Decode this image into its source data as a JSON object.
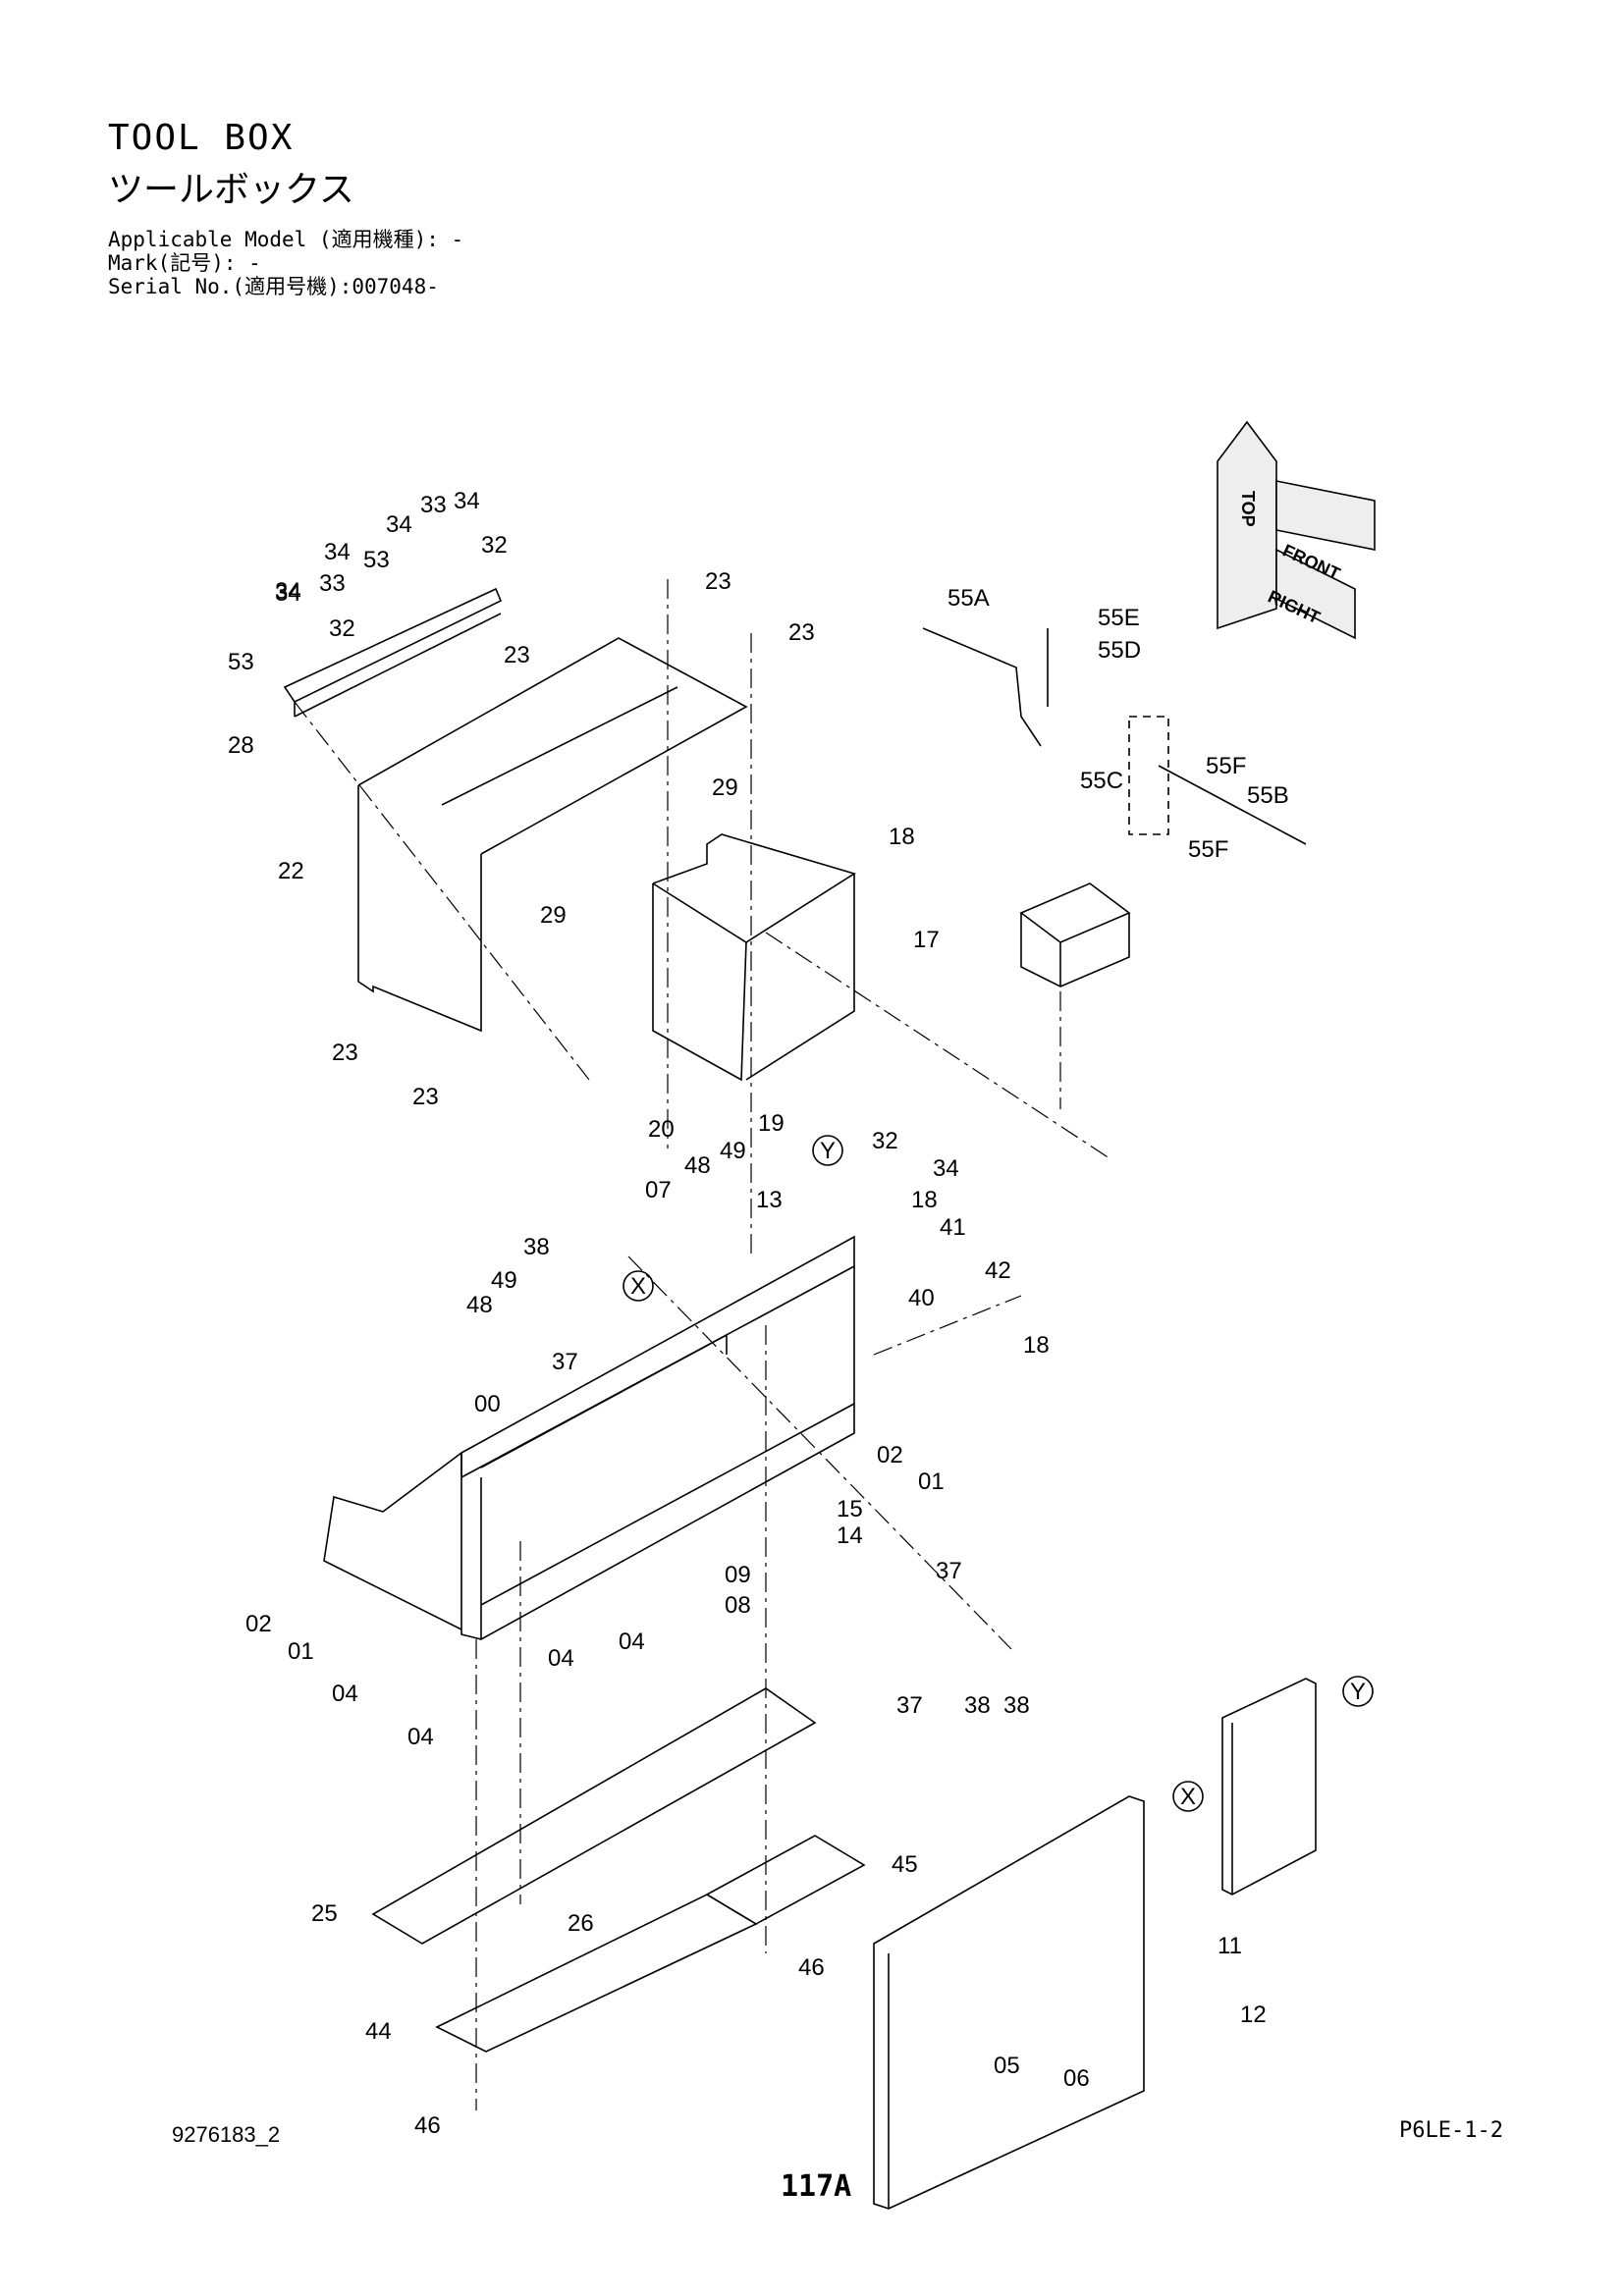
{
  "header": {
    "title_en": "TOOL BOX",
    "title_jp": "ツールボックス",
    "applicable_model": "Applicable Model (適用機種): -",
    "mark": "Mark(記号): -",
    "serial": "Serial No.(適用号機):007048-"
  },
  "orientation": {
    "top": "TOP",
    "front": "FRONT",
    "right": "RIGHT"
  },
  "callouts": [
    "34",
    "33",
    "34",
    "34",
    "53",
    "32",
    "34",
    "33",
    "32",
    "34",
    "53",
    "28",
    "23",
    "23",
    "23",
    "29",
    "22",
    "29",
    "23",
    "23",
    "55A",
    "55E",
    "55D",
    "55F",
    "55C",
    "55B",
    "55F",
    "18",
    "17",
    "20",
    "19",
    "49",
    "32",
    "48",
    "34",
    "07",
    "13",
    "18",
    "41",
    "38",
    "49",
    "48",
    "37",
    "42",
    "40",
    "18",
    "00",
    "02",
    "01",
    "15",
    "14",
    "09",
    "08",
    "02",
    "01",
    "04",
    "04",
    "04",
    "04",
    "37",
    "37",
    "38",
    "38",
    "25",
    "26",
    "45",
    "46",
    "44",
    "46",
    "05",
    "06",
    "11",
    "12",
    "X",
    "Y",
    "X",
    "Y"
  ],
  "footer": {
    "drawing_no": "9276183_2",
    "page_code": "P6LE-1-2",
    "page_number": "117A"
  }
}
